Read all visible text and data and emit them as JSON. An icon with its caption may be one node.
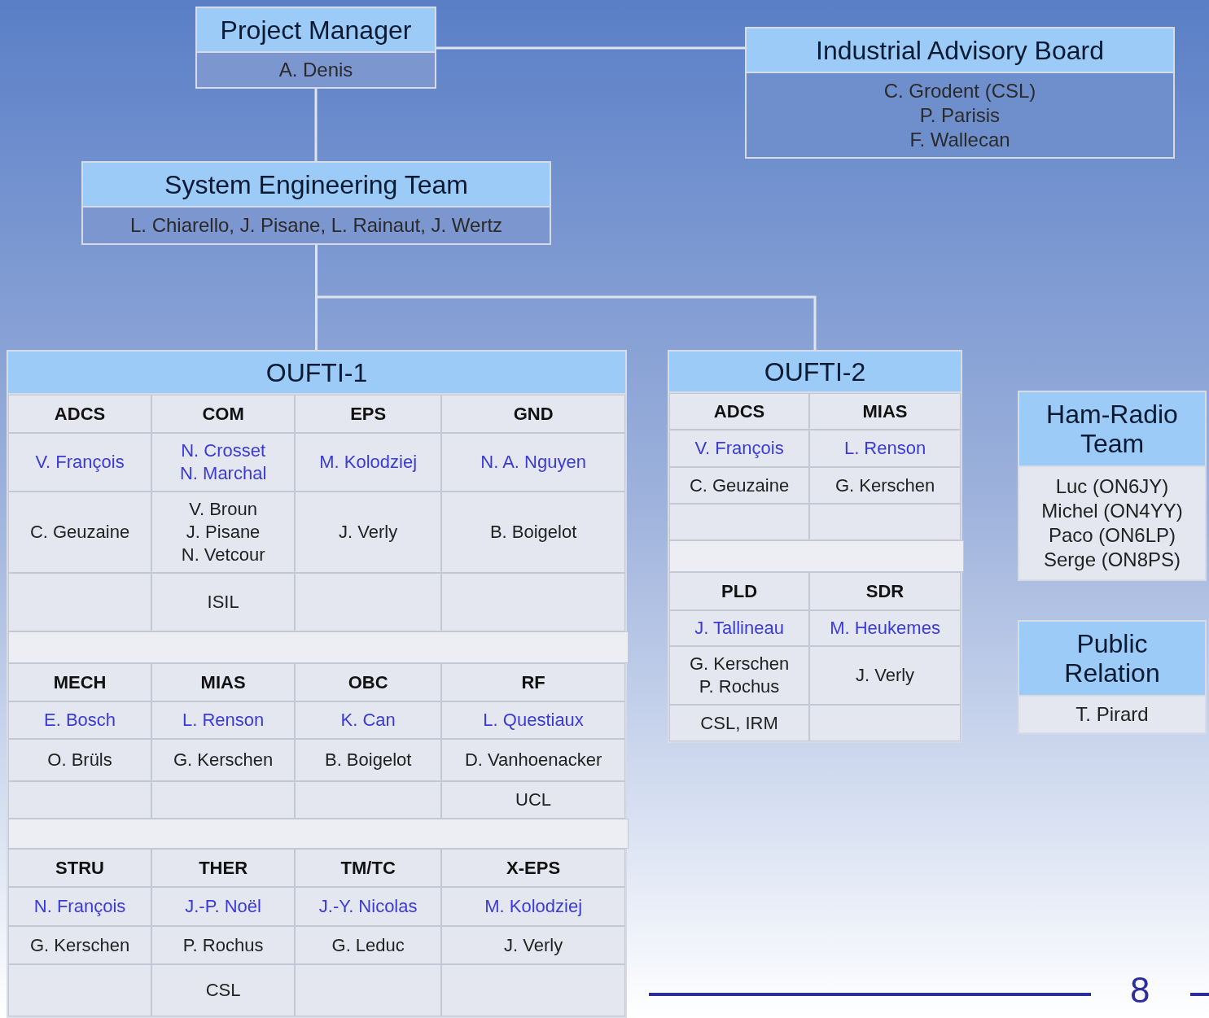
{
  "diagram": {
    "nodes": [
      {
        "text": [
          "Project Manager",
          "A. Denis"
        ]
      },
      {
        "text": [
          "Industrial Advisory Board",
          "C. Grodent (CSL)",
          "P. Parisis",
          "F. Wallecan"
        ]
      },
      {
        "text": [
          "System Engineering Team",
          "L. Chiarello, J. Pisane, L. Rainaut, J. Wertz"
        ]
      },
      {
        "text": [
          "OUFTI-1"
        ]
      },
      {
        "text": [
          "OUFTI-2"
        ]
      },
      {
        "text": [
          "Ham-Radio Team",
          "Luc (ON6JY)",
          "Michel (ON4YY)",
          "Paco (ON6LP)",
          "Serge (ON8PS)"
        ]
      },
      {
        "text": [
          "Public Relation",
          "T. Pirard"
        ]
      }
    ],
    "edges": [
      {
        "from": 0,
        "to": 1,
        "arrow": "none"
      },
      {
        "from": 0,
        "to": 2,
        "arrow": "none"
      },
      {
        "from": 2,
        "to": 3,
        "arrow": "none"
      },
      {
        "from": 2,
        "to": 4,
        "arrow": "none"
      }
    ],
    "labels": [
      "ADCS",
      "COM",
      "EPS",
      "GND",
      "V. François",
      "N. Crosset",
      "N. Marchal",
      "M. Kolodziej",
      "N. A. Nguyen",
      "C. Geuzaine",
      "V. Broun",
      "J. Pisane",
      "N. Vetcour",
      "J. Verly",
      "B. Boigelot",
      "ISIL",
      "MECH",
      "MIAS",
      "OBC",
      "RF",
      "E. Bosch",
      "L. Renson",
      "K. Can",
      "L. Questiaux",
      "O. Brüls",
      "G. Kerschen",
      "B. Boigelot",
      "D. Vanhoenacker",
      "UCL",
      "STRU",
      "THER",
      "TM/TC",
      "X-EPS",
      "N. François",
      "J.-P. Noël",
      "J.-Y. Nicolas",
      "M. Kolodziej",
      "G. Kerschen",
      "P. Rochus",
      "G. Leduc",
      "J. Verly",
      "CSL",
      "ADCS",
      "MIAS",
      "V. François",
      "L. Renson",
      "C. Geuzaine",
      "G. Kerschen",
      "PLD",
      "SDR",
      "J. Tallineau",
      "M. Heukemes",
      "G. Kerschen",
      "P. Rochus",
      "J. Verly",
      "CSL, IRM",
      "8"
    ]
  }
}
